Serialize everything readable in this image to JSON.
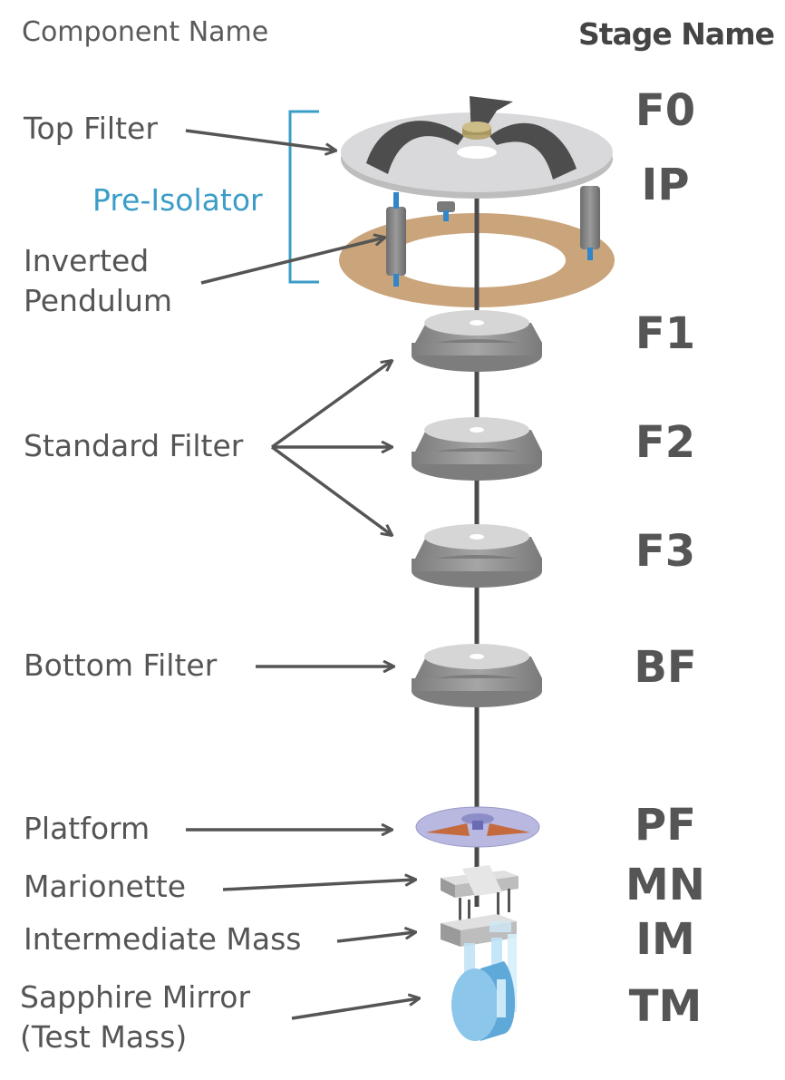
{
  "headers": {
    "component": "Component Name",
    "stage": "Stage Name"
  },
  "group_label": "Pre-Isolator",
  "colors": {
    "accent": "#3b9dc7",
    "text": "#555555",
    "ring": "#c49a6c",
    "filter_top": "#d6d6d6",
    "filter_side": "#8a8a8a"
  },
  "components": {
    "top_filter": "Top Filter",
    "inverted_pendulum_line1": "Inverted",
    "inverted_pendulum_line2": "Pendulum",
    "standard_filter": "Standard Filter",
    "bottom_filter": "Bottom Filter",
    "platform": "Platform",
    "marionette": "Marionette",
    "intermediate_mass": "Intermediate Mass",
    "sapphire_line1": "Sapphire Mirror",
    "sapphire_line2": "(Test Mass)"
  },
  "stages": [
    "F0",
    "IP",
    "F1",
    "F2",
    "F3",
    "BF",
    "PF",
    "MN",
    "IM",
    "TM"
  ]
}
